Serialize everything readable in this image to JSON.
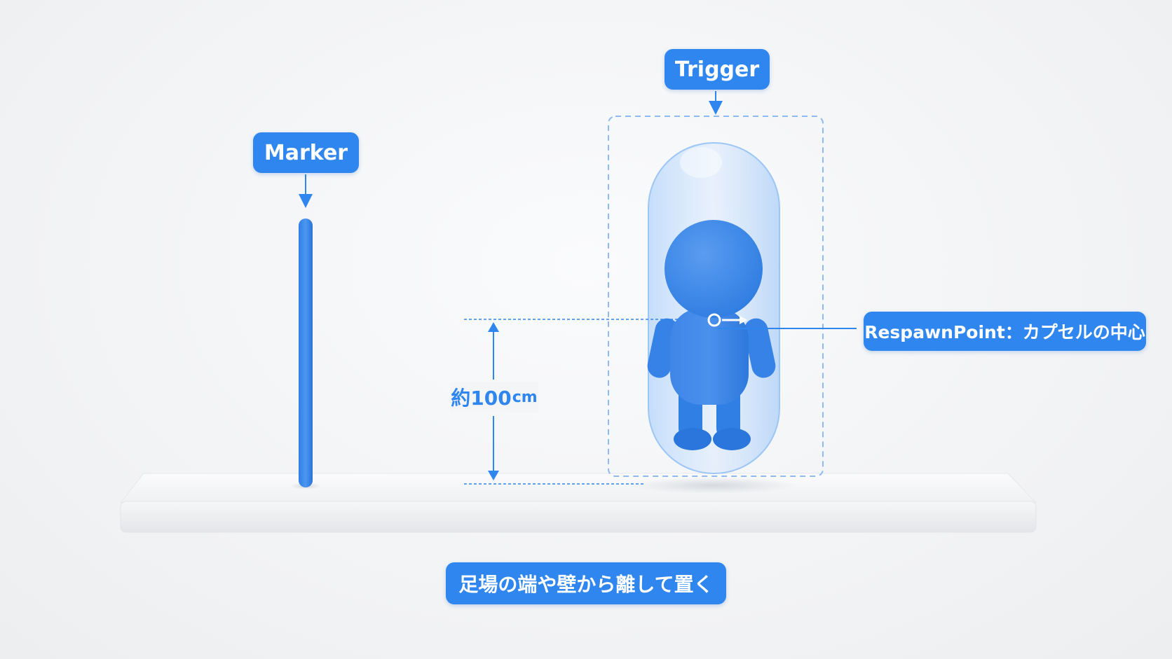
{
  "labels": {
    "marker": "Marker",
    "trigger": "Trigger",
    "respawn_point": "RespawnPoint：カプセルの中心",
    "measure_prefix": "約100",
    "measure_unit": "cm",
    "footer_note": "足場の端や壁から離して置く"
  },
  "colors": {
    "accent": "#2f86ee",
    "figure": "#3b86e8",
    "capsule": "#a9cdf7",
    "platform": "#f7f8f9",
    "background": "#f3f4f6"
  }
}
